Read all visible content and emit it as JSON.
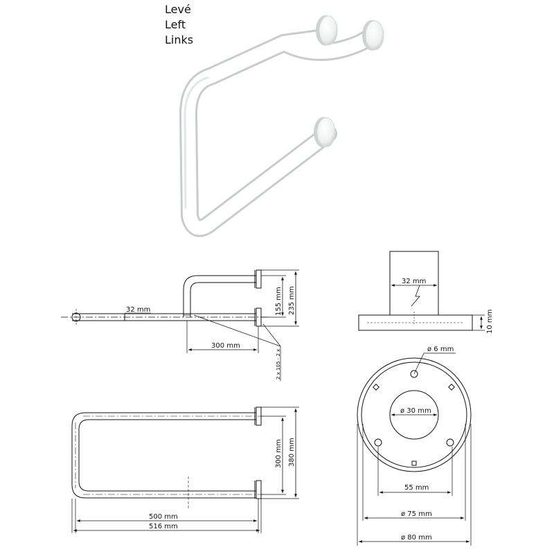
{
  "labels": {
    "cz": "Levé",
    "en": "Left",
    "de": "Links"
  },
  "side_view": {
    "tube_diameter": "32 mm",
    "height_inner": "155 mm",
    "height_outer": "235 mm",
    "depth": "300 mm",
    "screws": "2 x 105 - 2 x"
  },
  "top_view": {
    "height_inner": "300 mm",
    "height_outer": "380 mm",
    "length_inner": "500 mm",
    "length_outer": "516 mm"
  },
  "flange_side": {
    "tube": "32 mm",
    "thickness": "10 mm"
  },
  "flange_front": {
    "hole": "ø 6 mm",
    "inner": "ø 30 mm",
    "spacing": "55 mm",
    "plate": "ø 75 mm",
    "outer": "ø 80 mm"
  }
}
